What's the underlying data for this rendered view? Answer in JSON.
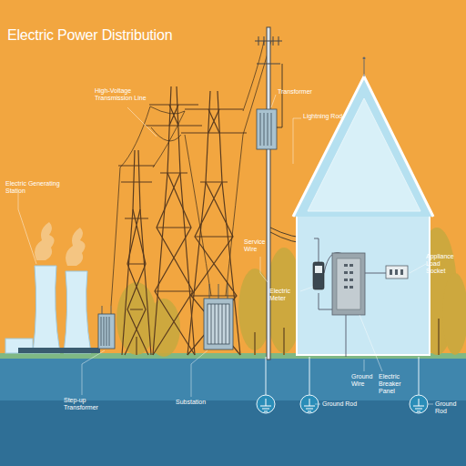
{
  "diagram": {
    "title": "Electric Power Distribution",
    "labels": [
      "Electric Generating Station",
      "High-Voltage Transmission Line",
      "Transformer",
      "Lightning Rod",
      "Service Wire",
      "Electric Meter",
      "Appliance Load Socket",
      "Step-up Transformer",
      "Substation",
      "Ground Rod",
      "Ground Wire",
      "Electric Breaker Panel",
      "Ground Rod"
    ]
  }
}
